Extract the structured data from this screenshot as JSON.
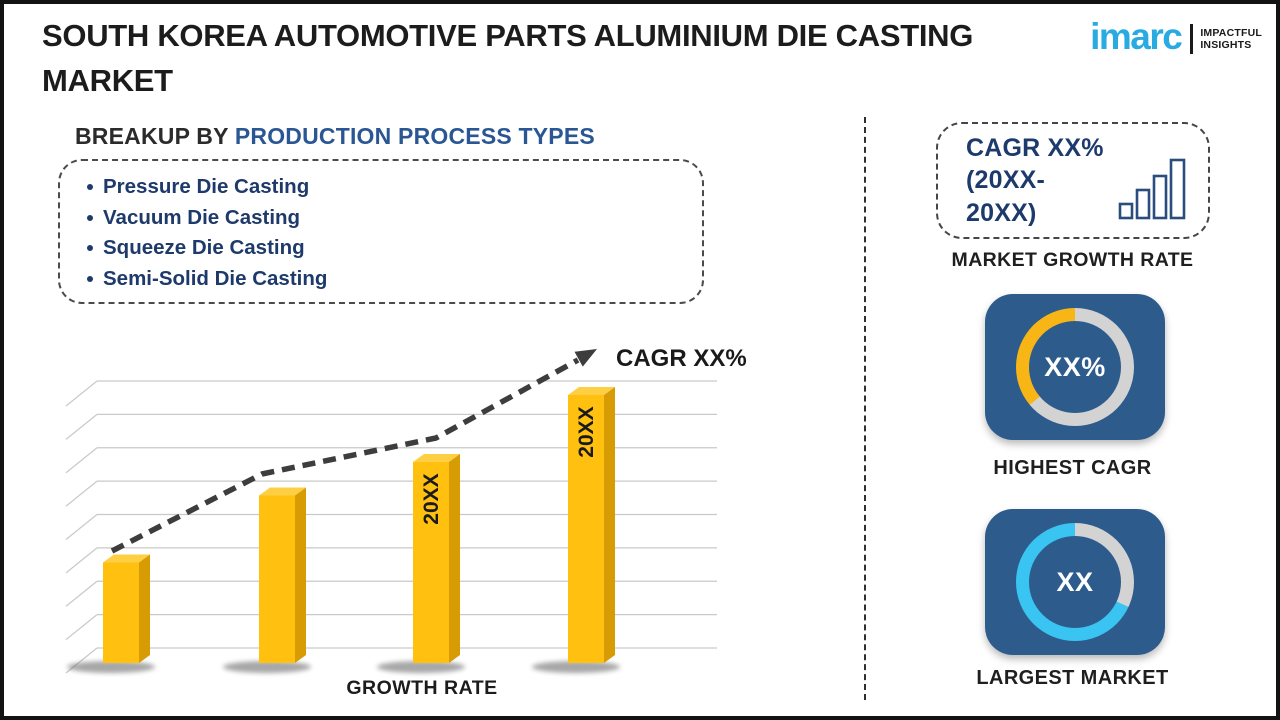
{
  "header": {
    "title_lines": [
      "SOUTH KOREA AUTOMOTIVE PARTS ALUMINIUM DIE CASTING",
      "MARKET"
    ],
    "logo": {
      "brand": "imarc",
      "tagline_line1": "IMPACTFUL",
      "tagline_line2": "INSIGHTS"
    }
  },
  "breakup_section": {
    "heading_prefix": "BREAKUP BY ",
    "heading_highlight": "PRODUCTION PROCESS TYPES",
    "items": [
      "Pressure Die Casting",
      "Vacuum Die Casting",
      "Squeeze Die Casting",
      "Semi-Solid Die Casting"
    ]
  },
  "chart_data": [
    {
      "type": "bar",
      "title": "",
      "xlabel": "GROWTH RATE",
      "ylabel": "",
      "categories": [
        "",
        "",
        "20XX",
        "20XX"
      ],
      "values": [
        3,
        5,
        6,
        8
      ],
      "value_note": "placeholder template chart; heights in gridline units",
      "ylim": [
        0,
        9
      ],
      "grid": true,
      "gridline_count": 9,
      "trend_label": "CAGR XX%",
      "bar_color_front": "#ffc010",
      "bar_color_top": "#ffcf43",
      "bar_color_side": "#d79b04"
    },
    {
      "type": "pie",
      "variant": "donut",
      "caption": "HIGHEST CAGR",
      "center_text": "XX%",
      "tile_color": "#2d5c8c",
      "segments": [
        {
          "name": "remainder",
          "color": "#d3d3d3",
          "from_deg": 0,
          "to_deg": 230
        },
        {
          "name": "cagr-highlight",
          "color": "#f8b616",
          "from_deg": 230,
          "to_deg": 360
        }
      ]
    },
    {
      "type": "pie",
      "variant": "donut",
      "caption": "LARGEST MARKET",
      "center_text": "XX",
      "tile_color": "#2d5c8c",
      "segments": [
        {
          "name": "remainder",
          "color": "#d3d3d3",
          "from_deg": 0,
          "to_deg": 115
        },
        {
          "name": "market-highlight",
          "color": "#3ac4f2",
          "from_deg": 115,
          "to_deg": 360
        }
      ]
    }
  ],
  "right_panel": {
    "cagr_box_line1": "CAGR XX%",
    "cagr_box_line2": "(20XX-20XX)",
    "growth_rate_caption": "MARKET GROWTH RATE",
    "highest_cagr_caption": "HIGHEST CAGR",
    "largest_market_caption": "LARGEST MARKET"
  },
  "colors": {
    "brand_cyan": "#29abe2",
    "heading_blue": "#2a5793",
    "navy_text": "#1e3a6b",
    "bar_gold": "#ffc010",
    "donut_gold": "#f8b616",
    "donut_cyan": "#3ac4f2",
    "donut_gray": "#d3d3d3",
    "tile_blue": "#2d5c8c"
  }
}
